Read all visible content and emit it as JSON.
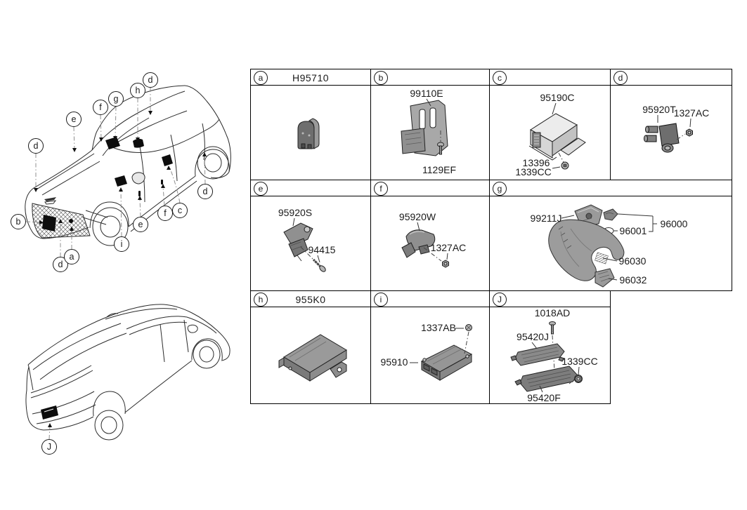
{
  "colors": {
    "line": "#1f1f1f",
    "leader_gray": "#8f8f8f",
    "part_gray_light": "#c9c9c9",
    "part_gray_mid": "#9a9a9a",
    "part_gray_dark": "#6e6e6e",
    "sensor_black": "#0d0d0d",
    "background": "#ffffff"
  },
  "top_view": {
    "callouts": [
      "d",
      "h",
      "g",
      "f",
      "e",
      "d",
      "b",
      "d",
      "a",
      "i",
      "e",
      "f",
      "c",
      "d"
    ]
  },
  "rear_view": {
    "callouts": [
      "J"
    ]
  },
  "grid": {
    "cells": [
      {
        "id": "a",
        "letter": "a",
        "header_part": "H95710",
        "labels": []
      },
      {
        "id": "b",
        "letter": "b",
        "header_part": "",
        "labels": [
          "99110E",
          "1129EF"
        ]
      },
      {
        "id": "c",
        "letter": "c",
        "header_part": "",
        "labels": [
          "95190C",
          "13396",
          "1339CC"
        ]
      },
      {
        "id": "d",
        "letter": "d",
        "header_part": "",
        "labels": [
          "95920T",
          "1327AC"
        ]
      },
      {
        "id": "e",
        "letter": "e",
        "header_part": "",
        "labels": [
          "95920S",
          "94415"
        ]
      },
      {
        "id": "f",
        "letter": "f",
        "header_part": "",
        "labels": [
          "95920W",
          "1327AC"
        ]
      },
      {
        "id": "g",
        "letter": "g",
        "header_part": "",
        "labels": [
          "99211J",
          "96000",
          "96001",
          "96030",
          "96032"
        ]
      },
      {
        "id": "h",
        "letter": "h",
        "header_part": "955K0",
        "labels": []
      },
      {
        "id": "i",
        "letter": "i",
        "header_part": "",
        "labels": [
          "1337AB",
          "95910"
        ]
      },
      {
        "id": "j",
        "letter": "J",
        "header_part": "",
        "labels": [
          "1018AD",
          "95420J",
          "1339CC",
          "95420F"
        ]
      }
    ]
  }
}
